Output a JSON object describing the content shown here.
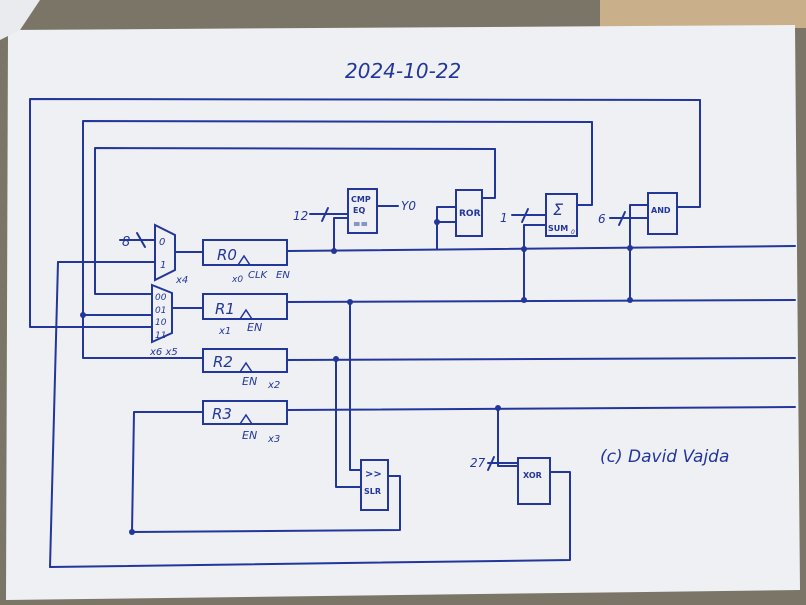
{
  "date": "2024-10-22",
  "copyright": "(c) David Vajda",
  "colors": {
    "ink": "#23369a",
    "paper": "#eef0f4",
    "background": "#6e6a5c"
  },
  "mux_top": {
    "inputs": [
      "0",
      "1"
    ],
    "select": "x4",
    "input_width": "8"
  },
  "mux_bottom": {
    "inputs": [
      "00",
      "01",
      "10",
      "11"
    ],
    "select": "x6 x5"
  },
  "registers": [
    {
      "name": "R0",
      "signals": [
        "x0",
        "CLK",
        "EN"
      ]
    },
    {
      "name": "R1",
      "signals": [
        "x1",
        "EN"
      ]
    },
    {
      "name": "R2",
      "signals": [
        "EN",
        "x2"
      ]
    },
    {
      "name": "R3",
      "signals": [
        "EN",
        "x3"
      ]
    }
  ],
  "cmp": {
    "lines": [
      "CMP",
      "EQ",
      "=="
    ],
    "input_width": "12",
    "output": "Y0"
  },
  "ror": {
    "label": "ROR"
  },
  "sum": {
    "symbol": "Σ",
    "label": "SUM",
    "subscript": "0",
    "input_width": "1"
  },
  "and": {
    "label": "AND",
    "input_width": "6"
  },
  "slr": {
    "lines": [
      ">>",
      "SLR"
    ]
  },
  "xor": {
    "label": "XOR",
    "input_width": "27"
  }
}
